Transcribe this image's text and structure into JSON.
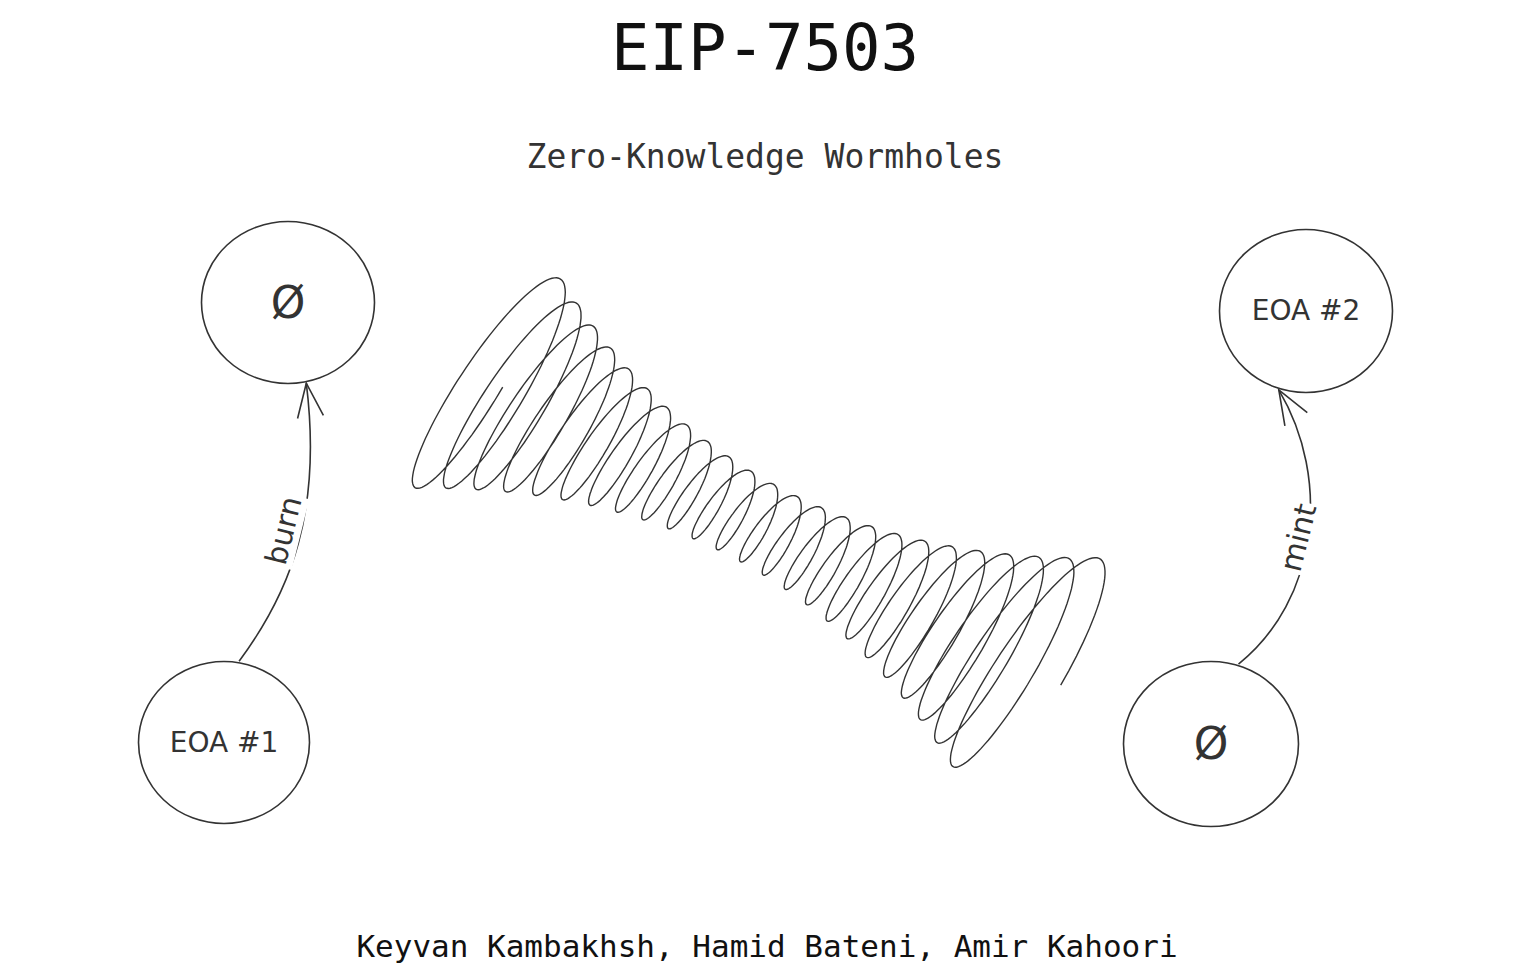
{
  "diagram": {
    "title": "EIP-7503",
    "caption": "Keyvan Kambakhsh, Hamid Bateni, Amir Kahoori",
    "nodes": [
      {
        "text": [
          "Ø"
        ]
      },
      {
        "text": [
          "EOA #2"
        ]
      },
      {
        "text": [
          "EOA #1"
        ]
      },
      {
        "text": [
          "Ø"
        ]
      }
    ],
    "edges": [
      {
        "from": 2,
        "to": 0,
        "label": "burn",
        "arrow": "to"
      },
      {
        "from": 3,
        "to": 1,
        "label": "mint",
        "arrow": "to"
      }
    ],
    "labels": [
      "Zero-Knowledge Wormholes"
    ]
  }
}
